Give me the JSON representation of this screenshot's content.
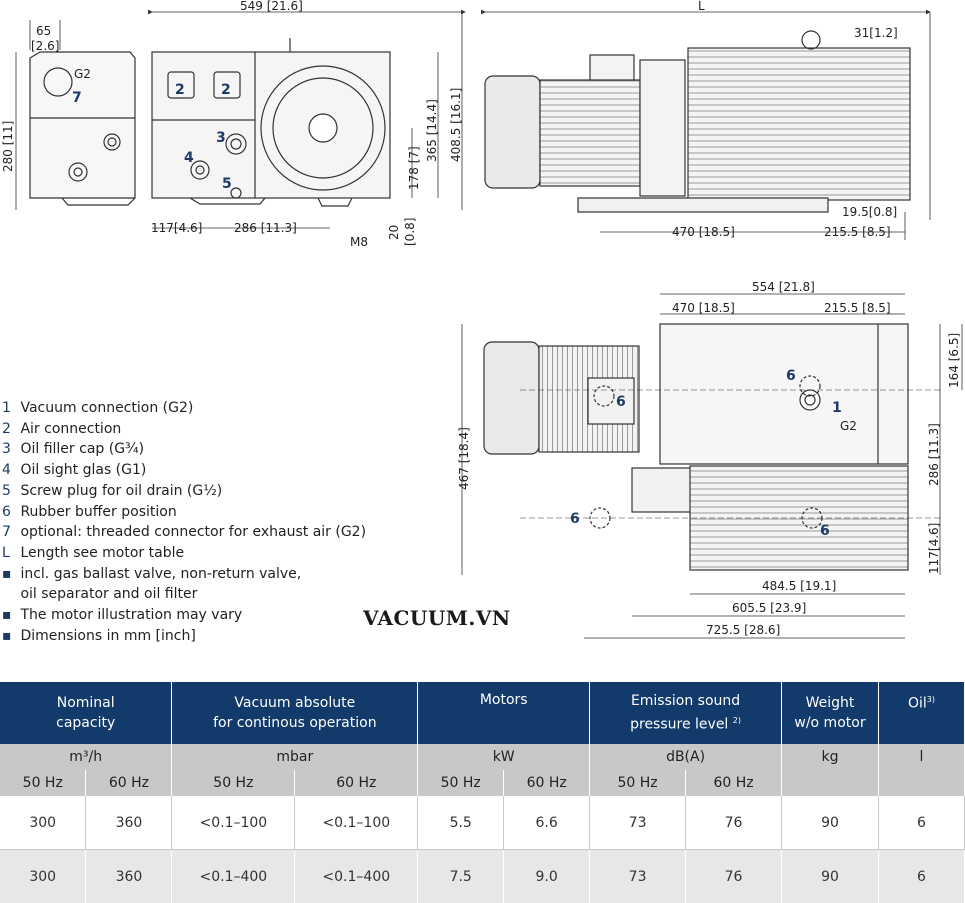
{
  "drawing": {
    "dims_left": [
      "65",
      "[2.6]",
      "G2",
      "280 [11]"
    ],
    "dims_front": [
      "549 [21.6]",
      "117[4.6]",
      "286 [11.3]",
      "M8",
      "178 [7]",
      "20",
      "[0.8]",
      "365 [14.4]",
      "408.5 [16.1]"
    ],
    "dims_side": [
      "L",
      "31[1.2]",
      "19.5[0.8]",
      "470 [18.5]",
      "215.5 [8.5]"
    ],
    "dims_top": [
      "554 [21.8]",
      "470 [18.5]",
      "215.5 [8.5]",
      "164 [6.5]",
      "467 [18.4]",
      "286 [11.3]",
      "117[4.6]",
      "484.5 [19.1]",
      "605.5 [23.9]",
      "725.5 [28.6]",
      "G2"
    ],
    "callouts": [
      "7",
      "2",
      "2",
      "3",
      "4",
      "5",
      "6",
      "6",
      "1",
      "6",
      "6"
    ]
  },
  "legend": [
    {
      "key": "1",
      "text": "Vacuum connection (G2)"
    },
    {
      "key": "2",
      "text": "Air connection"
    },
    {
      "key": "3",
      "text": "Oil filler cap (G¾)"
    },
    {
      "key": "4",
      "text": "Oil sight glas (G1)"
    },
    {
      "key": "5",
      "text": "Screw plug for oil drain (G½)"
    },
    {
      "key": "6",
      "text": "Rubber buffer position"
    },
    {
      "key": "7",
      "text": "optional: threaded connector for exhaust air (G2)"
    },
    {
      "key": "L",
      "text": "Length see motor table"
    },
    {
      "key": "▪",
      "text": "incl. gas ballast valve, non-return valve,"
    },
    {
      "key": "",
      "text": "oil separator and oil filter"
    },
    {
      "key": "▪",
      "text": "The motor illustration may vary"
    },
    {
      "key": "▪",
      "text": "Dimensions in mm [inch]"
    }
  ],
  "watermark": "VACUUM.VN",
  "table": {
    "header": [
      {
        "line1": "Nominal",
        "line2": "capacity"
      },
      {
        "line1": "Vacuum absolute",
        "line2": "for continous operation"
      },
      {
        "line1": "Motors",
        "line2": ""
      },
      {
        "line1": "Emission sound",
        "line2": "pressure level",
        "sup": "2)"
      },
      {
        "line1": "Weight",
        "line2": "w/o motor"
      },
      {
        "line1": "Oil",
        "line2": "",
        "sup": "3)"
      }
    ],
    "units": [
      "m³/h",
      "mbar",
      "kW",
      "dB(A)",
      "kg",
      "l"
    ],
    "freq": [
      "50 Hz",
      "60 Hz",
      "50 Hz",
      "60 Hz",
      "50 Hz",
      "60 Hz",
      "50 Hz",
      "60 Hz"
    ],
    "rows": [
      [
        "300",
        "360",
        "<0.1–100",
        "<0.1–100",
        "5.5",
        "6.6",
        "73",
        "76",
        "90",
        "6"
      ],
      [
        "300",
        "360",
        "<0.1–400",
        "<0.1–400",
        "7.5",
        "9.0",
        "73",
        "76",
        "90",
        "6"
      ]
    ]
  }
}
